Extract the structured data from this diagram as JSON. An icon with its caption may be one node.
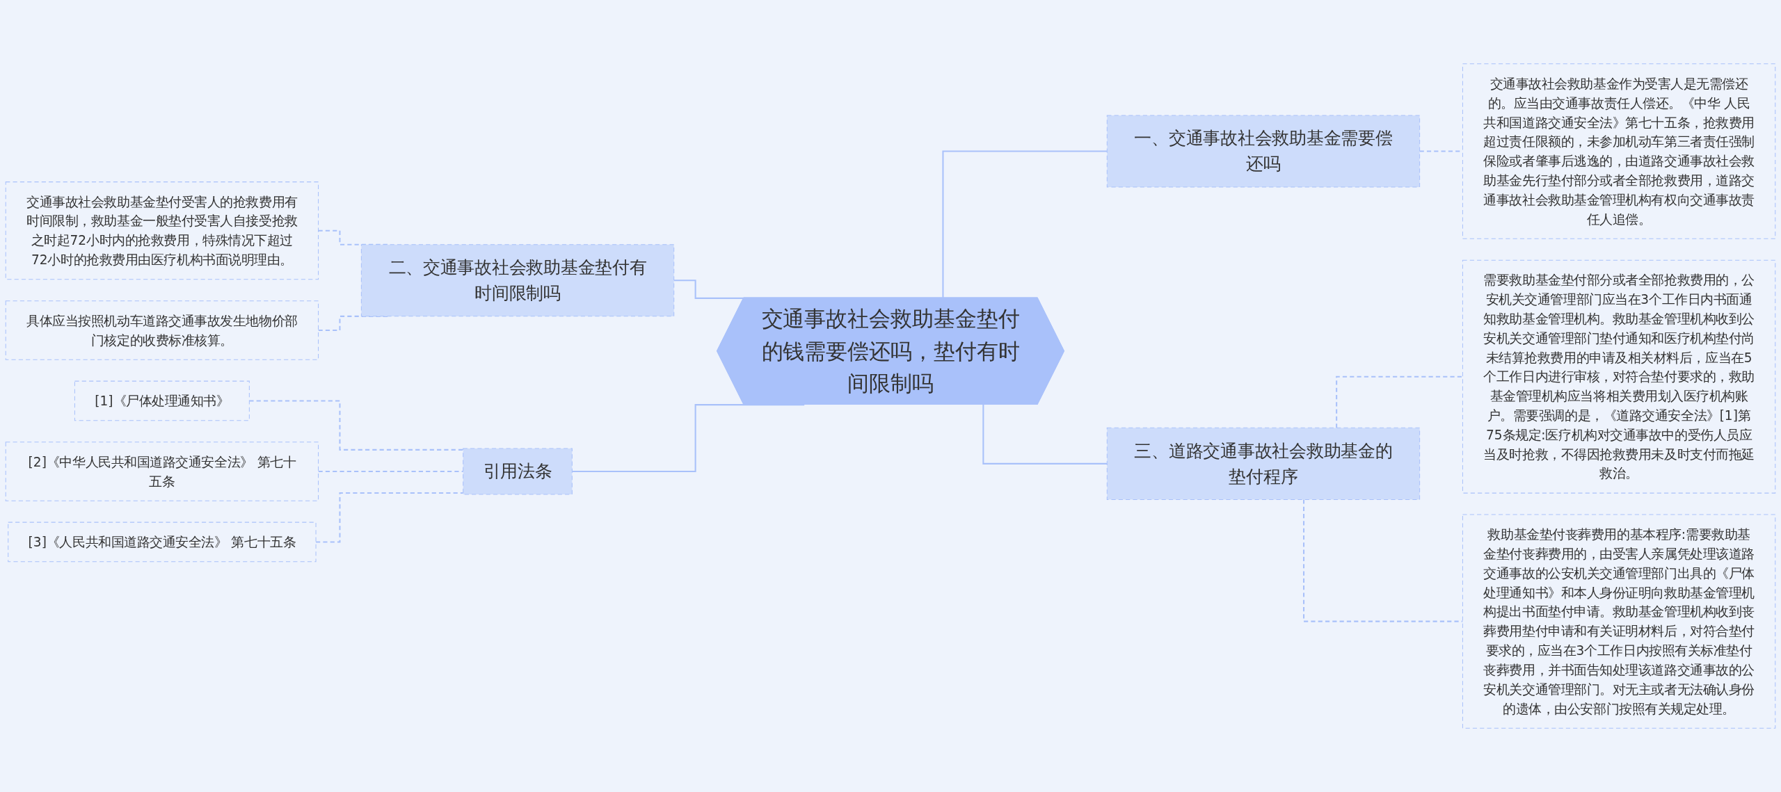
{
  "diagram": {
    "nodes": [
      {
        "text": [
          "交通事故社会救助基金垫付的钱需要偿还吗，垫付有时间限制吗"
        ]
      },
      {
        "text": [
          "一、交通事故社会救助基金需要偿还吗"
        ]
      },
      {
        "text": [
          "交通事故社会救助基金作为受害人是无需偿还的。应当由交通事故责任人偿还。《中华 人民共和国道路交通安全法》第七十五条，抢救费用超过责任限额的，未参加机动车第三者责任强制保险或者肇事后逃逸的，由道路交通事故社会救助基金先行垫付部分或者全部抢救费用，道路交通事故社会救助基金管理机构有权向交通事故责任人追偿。"
        ]
      },
      {
        "text": [
          "二、交通事故社会救助基金垫付有时间限制吗"
        ]
      },
      {
        "text": [
          "交通事故社会救助基金垫付受害人的抢救费用有时间限制，救助基金一般垫付受害人自接受抢救之时起72小时内的抢救费用，特殊情况下超过72小时的抢救费用由医疗机构书面说明理由。"
        ]
      },
      {
        "text": [
          "具体应当按照机动车道路交通事故发生地物价部门核定的收费标准核算。"
        ]
      },
      {
        "text": [
          "三、道路交通事故社会救助基金的垫付程序"
        ]
      },
      {
        "text": [
          "需要救助基金垫付部分或者全部抢救费用的，公安机关交通管理部门应当在3个工作日内书面通知救助基金管理机构。救助基金管理机构收到公安机关交通管理部门垫付通知和医疗机构垫付尚未结算抢救费用的申请及相关材料后，应当在5个工作日内进行审核，对符合垫付要求的，救助基金管理机构应当将相关费用划入医疗机构账户。需要强调的是，《道路交通安全法》[1]第75条规定:医疗机构对交通事故中的受伤人员应当及时抢救，不得因抢救费用未及时支付而拖延救治。"
        ]
      },
      {
        "text": [
          "救助基金垫付丧葬费用的基本程序:需要救助基金垫付丧葬费用的，由受害人亲属凭处理该道路交通事故的公安机关交通管理部门出具的《尸体处理通知书》和本人身份证明向救助基金管理机构提出书面垫付申请。救助基金管理机构收到丧葬费用垫付申请和有关证明材料后，对符合垫付要求的，应当在3个工作日内按照有关标准垫付丧葬费用，并书面告知处理该道路交通事故的公安机关交通管理部门。对无主或者无法确认身份的遗体，由公安部门按照有关规定处理。"
        ]
      },
      {
        "text": [
          "引用法条"
        ]
      },
      {
        "text": [
          "[1]《尸体处理通知书》"
        ]
      },
      {
        "text": [
          "[2]《中华人民共和国道路交通安全法》 第七十五条"
        ]
      },
      {
        "text": [
          "[3]《人民共和国道路交通安全法》 第七十五条"
        ]
      }
    ],
    "edges": [
      {
        "from": 0,
        "to": 1,
        "arrow": "none"
      },
      {
        "from": 1,
        "to": 2,
        "arrow": "none",
        "style": "dashed"
      },
      {
        "from": 0,
        "to": 3,
        "arrow": "none"
      },
      {
        "from": 3,
        "to": 4,
        "arrow": "none",
        "style": "dashed"
      },
      {
        "from": 3,
        "to": 5,
        "arrow": "none",
        "style": "dashed"
      },
      {
        "from": 0,
        "to": 6,
        "arrow": "none"
      },
      {
        "from": 6,
        "to": 7,
        "arrow": "none",
        "style": "dashed"
      },
      {
        "from": 6,
        "to": 8,
        "arrow": "none",
        "style": "dashed"
      },
      {
        "from": 0,
        "to": 9,
        "arrow": "none"
      },
      {
        "from": 9,
        "to": 10,
        "arrow": "none",
        "style": "dashed"
      },
      {
        "from": 9,
        "to": 11,
        "arrow": "none",
        "style": "dashed"
      },
      {
        "from": 9,
        "to": 12,
        "arrow": "none",
        "style": "dashed"
      }
    ]
  }
}
